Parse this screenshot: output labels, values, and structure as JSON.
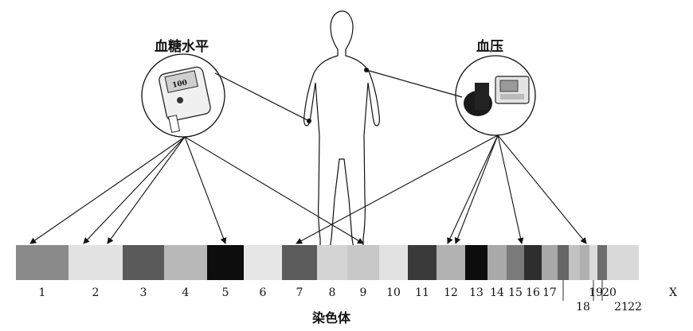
{
  "labels": {
    "glucose": "血糖水平",
    "pressure": "血压",
    "axis": "染色体"
  },
  "glucose_meter": {
    "display_text": "100"
  },
  "chromosomes": [
    {
      "id": "1",
      "shade": "#8a8a8a"
    },
    {
      "id": "2",
      "shade": "#e2e2e2"
    },
    {
      "id": "3",
      "shade": "#5a5a5a"
    },
    {
      "id": "4",
      "shade": "#b8b8b8"
    },
    {
      "id": "5",
      "shade": "#0d0d0d"
    },
    {
      "id": "6",
      "shade": "#e6e6e6"
    },
    {
      "id": "7",
      "shade": "#5c5c5c"
    },
    {
      "id": "8",
      "shade": "#d4d4d4"
    },
    {
      "id": "9",
      "shade": "#c8c8c8"
    },
    {
      "id": "10",
      "shade": "#e2e2e2"
    },
    {
      "id": "11",
      "shade": "#3a3a3a"
    },
    {
      "id": "12",
      "shade": "#b2b2b2"
    },
    {
      "id": "13",
      "shade": "#0d0d0d"
    },
    {
      "id": "14",
      "shade": "#a9a9a9"
    },
    {
      "id": "15",
      "shade": "#7a7a7a"
    },
    {
      "id": "16",
      "shade": "#2e2e2e"
    },
    {
      "id": "17",
      "shade": "#a8a8a8"
    },
    {
      "id": "18",
      "shade": "#666666"
    },
    {
      "id": "19",
      "shade": "#c2c2c2"
    },
    {
      "id": "20",
      "shade": "#b0b0b0"
    },
    {
      "id": "21",
      "shade": "#dcdcdc"
    },
    {
      "id": "22",
      "shade": "#6e6e6e"
    },
    {
      "id": "X",
      "shade": "#d9d9d9"
    }
  ],
  "glucose_loci": [
    "1",
    "2",
    "2",
    "5",
    "9"
  ],
  "pressure_loci": [
    "7",
    "12",
    "12",
    "15",
    "20"
  ]
}
